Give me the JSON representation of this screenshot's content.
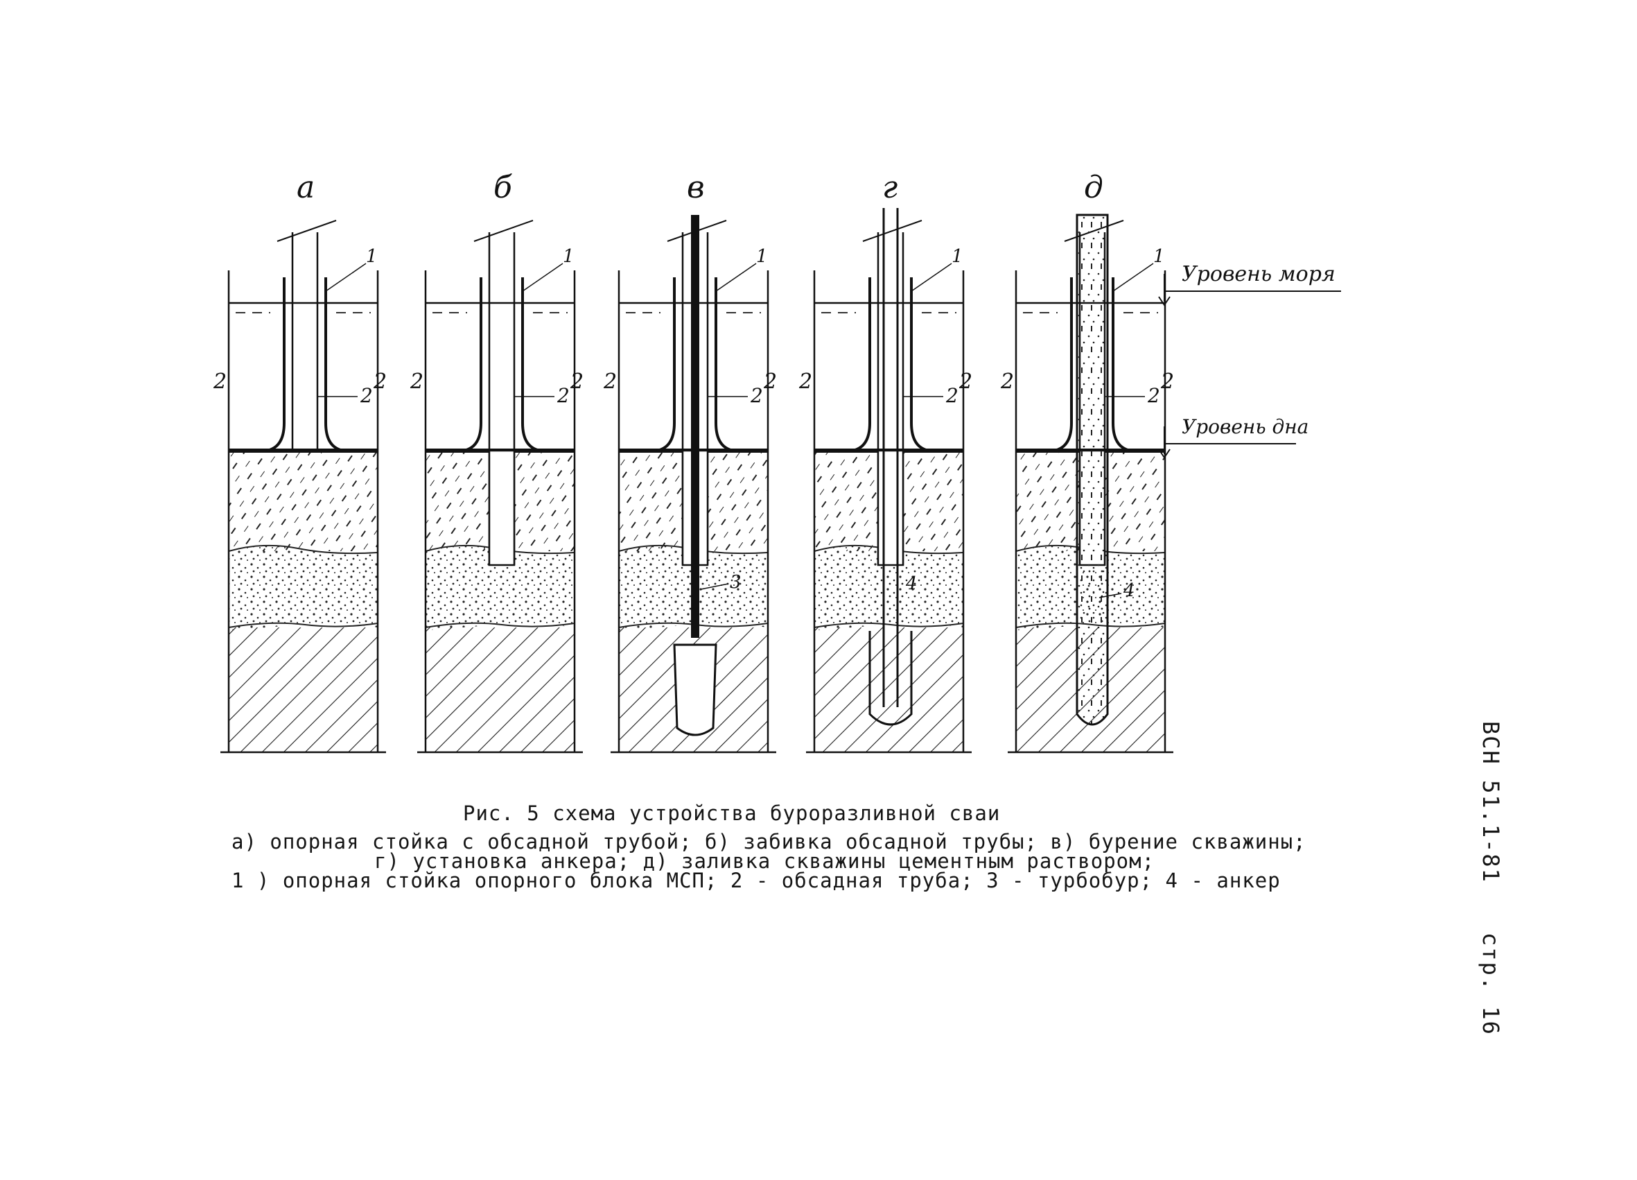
{
  "panels": [
    {
      "letter": "а"
    },
    {
      "letter": "б"
    },
    {
      "letter": "в"
    },
    {
      "letter": "г"
    },
    {
      "letter": "д"
    }
  ],
  "labels": {
    "one": "1",
    "two": "2",
    "three": "3",
    "four": "4",
    "sea_level": "Уровень моря",
    "bottom_level": "Уровень дна"
  },
  "caption": {
    "title": "Рис. 5  схема устройства буроразливной  сваи",
    "line1": "а) опорная стойка с обсадной трубой; б) забивка обсадной трубы; в) бурение скважины;",
    "line2": "г) установка анкера; д) заливка скважины цементным раствором;",
    "line3": "1 ) опорная стойка опорного блока МСП; 2 - обсадная труба; 3 - турбобур; 4 - анкер"
  },
  "side": {
    "doc": "ВСН 51.1-81",
    "page": "стр. 16"
  }
}
